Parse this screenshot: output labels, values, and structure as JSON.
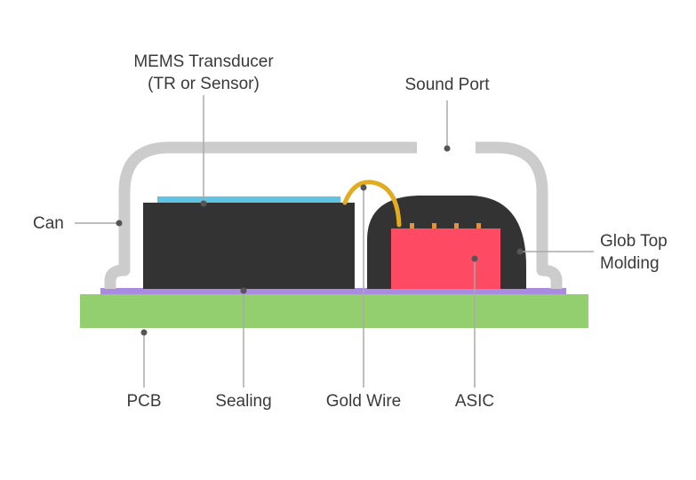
{
  "labels": {
    "mems_line1": "MEMS Transducer",
    "mems_line2": "(TR or Sensor)",
    "sound_port": "Sound Port",
    "can": "Can",
    "glob_line1": "Glob Top",
    "glob_line2": "Molding",
    "pcb": "PCB",
    "sealing": "Sealing",
    "gold_wire": "Gold Wire",
    "asic": "ASIC"
  },
  "colors": {
    "can": "#cccccc",
    "pcb": "#93cf6e",
    "sealing": "#a98be0",
    "transducer_body": "#333333",
    "diaphragm": "#5fc3e4",
    "glob_top": "#333333",
    "asic": "#ff4a64",
    "asic_pins": "#e3913d",
    "gold_wire": "#e3ac20",
    "leader": "#aaaaaa",
    "dot": "#555555",
    "text": "#3a3a3a"
  }
}
